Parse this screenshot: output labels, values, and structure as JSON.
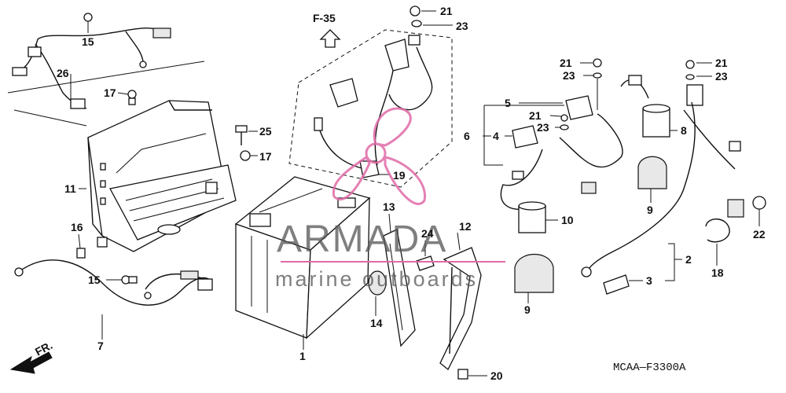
{
  "header": {
    "reference": "F-35"
  },
  "footer": {
    "diagram_code": "MCAA—F3300A"
  },
  "direction": {
    "label": "FR."
  },
  "watermark": {
    "brand": "ARMADA",
    "tagline": "marine outboards",
    "accent_color": "#e06aa8"
  },
  "callouts": {
    "c1": "1",
    "c2": "2",
    "c3": "3",
    "c4": "4",
    "c5": "5",
    "c6": "6",
    "c7": "7",
    "c8": "8",
    "c9a": "9",
    "c9b": "9",
    "c10": "10",
    "c11": "11",
    "c12": "12",
    "c13": "13",
    "c14": "14",
    "c15a": "15",
    "c15b": "15",
    "c16": "16",
    "c17a": "17",
    "c17b": "17",
    "c18": "18",
    "c19": "19",
    "c20": "20",
    "c21a": "21",
    "c21b": "21",
    "c21c": "21",
    "c21d": "21",
    "c22": "22",
    "c23a": "23",
    "c23b": "23",
    "c23c": "23",
    "c23d": "23",
    "c24": "24",
    "c25": "25",
    "c26": "26"
  }
}
